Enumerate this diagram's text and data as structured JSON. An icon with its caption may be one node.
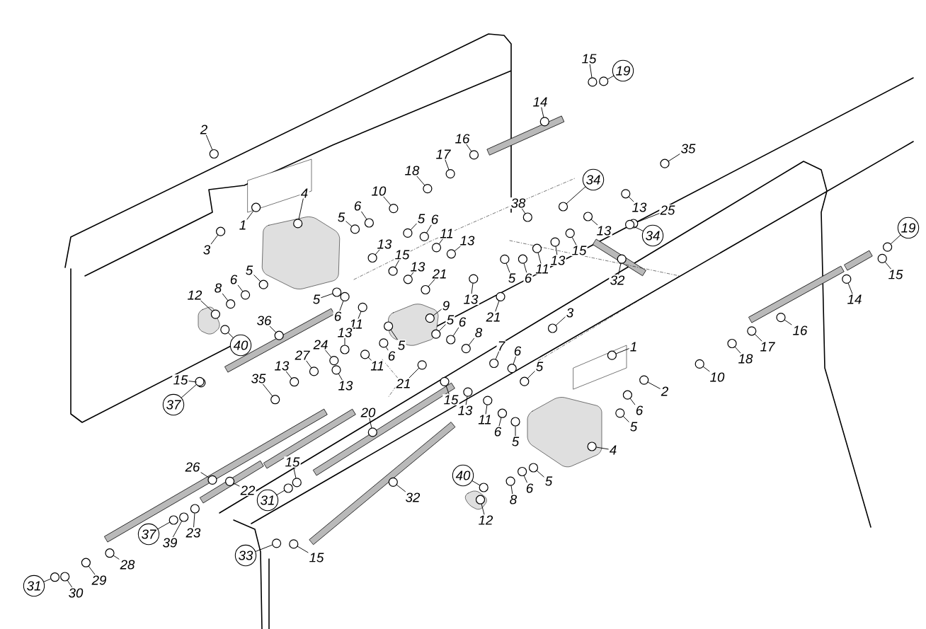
{
  "diagram": {
    "nodes": [
      {
        "text": [
          "2"
        ]
      },
      {
        "text": [
          "1"
        ]
      },
      {
        "text": [
          "3"
        ]
      },
      {
        "text": [
          "4"
        ]
      },
      {
        "text": [
          "5"
        ]
      },
      {
        "text": [
          "6"
        ]
      },
      {
        "text": [
          "10"
        ]
      },
      {
        "text": [
          "18"
        ]
      },
      {
        "text": [
          "17"
        ]
      },
      {
        "text": [
          "16"
        ]
      },
      {
        "text": [
          "15"
        ]
      },
      {
        "text": [
          "19"
        ]
      },
      {
        "text": [
          "14"
        ]
      },
      {
        "text": [
          "35"
        ]
      },
      {
        "text": [
          "34"
        ]
      },
      {
        "text": [
          "38"
        ]
      },
      {
        "text": [
          "13"
        ]
      },
      {
        "text": [
          "25"
        ]
      },
      {
        "text": [
          "34"
        ]
      },
      {
        "text": [
          "13"
        ]
      },
      {
        "text": [
          "15"
        ]
      },
      {
        "text": [
          "13"
        ]
      },
      {
        "text": [
          "11"
        ]
      },
      {
        "text": [
          "6"
        ]
      },
      {
        "text": [
          "5"
        ]
      },
      {
        "text": [
          "21"
        ]
      },
      {
        "text": [
          "32"
        ]
      },
      {
        "text": [
          "5"
        ]
      },
      {
        "text": [
          "6"
        ]
      },
      {
        "text": [
          "11"
        ]
      },
      {
        "text": [
          "13"
        ]
      },
      {
        "text": [
          "13"
        ]
      },
      {
        "text": [
          "15"
        ]
      },
      {
        "text": [
          "13"
        ]
      },
      {
        "text": [
          "21"
        ]
      },
      {
        "text": [
          "13"
        ]
      },
      {
        "text": [
          "5"
        ]
      },
      {
        "text": [
          "6"
        ]
      },
      {
        "text": [
          "8"
        ]
      },
      {
        "text": [
          "12"
        ]
      },
      {
        "text": [
          "5"
        ]
      },
      {
        "text": [
          "6"
        ]
      },
      {
        "text": [
          "11"
        ]
      },
      {
        "text": [
          "9"
        ]
      },
      {
        "text": [
          "5"
        ]
      },
      {
        "text": [
          "6"
        ]
      },
      {
        "text": [
          "36"
        ]
      },
      {
        "text": [
          "40"
        ]
      },
      {
        "text": [
          "13"
        ]
      },
      {
        "text": [
          "24"
        ]
      },
      {
        "text": [
          "27"
        ]
      },
      {
        "text": [
          "11"
        ]
      },
      {
        "text": [
          "6"
        ]
      },
      {
        "text": [
          "5"
        ]
      },
      {
        "text": [
          "8"
        ]
      },
      {
        "text": [
          "7"
        ]
      },
      {
        "text": [
          "6"
        ]
      },
      {
        "text": [
          "3"
        ]
      },
      {
        "text": [
          "1"
        ]
      },
      {
        "text": [
          "15"
        ]
      },
      {
        "text": [
          "13"
        ]
      },
      {
        "text": [
          "13"
        ]
      },
      {
        "text": [
          "35"
        ]
      },
      {
        "text": [
          "21"
        ]
      },
      {
        "text": [
          "5"
        ]
      },
      {
        "text": [
          "37"
        ]
      },
      {
        "text": [
          "15"
        ]
      },
      {
        "text": [
          "13"
        ]
      },
      {
        "text": [
          "11"
        ]
      },
      {
        "text": [
          "20"
        ]
      },
      {
        "text": [
          "2"
        ]
      },
      {
        "text": [
          "10"
        ]
      },
      {
        "text": [
          "18"
        ]
      },
      {
        "text": [
          "17"
        ]
      },
      {
        "text": [
          "16"
        ]
      },
      {
        "text": [
          "14"
        ]
      },
      {
        "text": [
          "15"
        ]
      },
      {
        "text": [
          "19"
        ]
      },
      {
        "text": [
          "6"
        ]
      },
      {
        "text": [
          "5"
        ]
      },
      {
        "text": [
          "4"
        ]
      },
      {
        "text": [
          "6"
        ]
      },
      {
        "text": [
          "5"
        ]
      },
      {
        "text": [
          "5"
        ]
      },
      {
        "text": [
          "6"
        ]
      },
      {
        "text": [
          "8"
        ]
      },
      {
        "text": [
          "12"
        ]
      },
      {
        "text": [
          "40"
        ]
      },
      {
        "text": [
          "26"
        ]
      },
      {
        "text": [
          "15"
        ]
      },
      {
        "text": [
          "22"
        ]
      },
      {
        "text": [
          "31"
        ]
      },
      {
        "text": [
          "32"
        ]
      },
      {
        "text": [
          "37"
        ]
      },
      {
        "text": [
          "39"
        ]
      },
      {
        "text": [
          "23"
        ]
      },
      {
        "text": [
          "28"
        ]
      },
      {
        "text": [
          "29"
        ]
      },
      {
        "text": [
          "30"
        ]
      },
      {
        "text": [
          "31"
        ]
      },
      {
        "text": [
          "33"
        ]
      },
      {
        "text": [
          "15"
        ]
      },
      {
        "text": [],
        "shape": "circle"
      },
      {
        "text": [],
        "shape": "circle"
      },
      {
        "text": [],
        "shape": "circle"
      },
      {
        "text": [],
        "shape": "circle"
      },
      {
        "text": [],
        "shape": "circle"
      },
      {
        "text": [],
        "shape": "circle"
      },
      {
        "text": [],
        "shape": "circle"
      },
      {
        "text": [],
        "shape": "circle"
      },
      {
        "text": [],
        "shape": "circle"
      },
      {
        "text": [],
        "shape": "circle"
      },
      {
        "text": [],
        "shape": "circle"
      },
      {
        "text": [],
        "shape": "circle"
      },
      {
        "text": [],
        "shape": "circle"
      },
      {
        "text": [],
        "shape": "circle"
      },
      {
        "text": [],
        "shape": "circle"
      },
      {
        "text": [],
        "shape": "circle"
      },
      {
        "text": [],
        "shape": "circle"
      },
      {
        "text": [],
        "shape": "circle"
      },
      {
        "text": [],
        "shape": "circle"
      },
      {
        "text": [],
        "shape": "circle"
      },
      {
        "text": [],
        "shape": "circle"
      },
      {
        "text": [],
        "shape": "circle"
      },
      {
        "text": [],
        "shape": "circle"
      },
      {
        "text": [],
        "shape": "circle"
      },
      {
        "text": [],
        "shape": "circle"
      },
      {
        "text": [],
        "shape": "circle"
      },
      {
        "text": [],
        "shape": "circle"
      },
      {
        "text": [],
        "shape": "circle"
      },
      {
        "text": [],
        "shape": "circle"
      },
      {
        "text": [],
        "shape": "circle"
      },
      {
        "text": [],
        "shape": "circle"
      },
      {
        "text": [],
        "shape": "circle"
      },
      {
        "text": [],
        "shape": "circle"
      },
      {
        "text": [],
        "shape": "circle"
      },
      {
        "text": [],
        "shape": "circle"
      },
      {
        "text": [],
        "shape": "circle"
      },
      {
        "text": [],
        "shape": "circle"
      },
      {
        "text": [],
        "shape": "circle"
      },
      {
        "text": [],
        "shape": "circle"
      },
      {
        "text": [],
        "shape": "circle"
      },
      {
        "text": [],
        "shape": "circle"
      },
      {
        "text": [],
        "shape": "circle"
      },
      {
        "text": [],
        "shape": "circle"
      },
      {
        "text": [],
        "shape": "circle"
      },
      {
        "text": [],
        "shape": "circle"
      },
      {
        "text": [],
        "shape": "circle"
      },
      {
        "text": [],
        "shape": "circle"
      },
      {
        "text": [],
        "shape": "circle"
      },
      {
        "text": [],
        "shape": "circle"
      },
      {
        "text": [],
        "shape": "circle"
      },
      {
        "text": [],
        "shape": "circle"
      },
      {
        "text": [],
        "shape": "circle"
      },
      {
        "text": [],
        "shape": "circle"
      },
      {
        "text": [],
        "shape": "circle"
      },
      {
        "text": [],
        "shape": "circle"
      },
      {
        "text": [],
        "shape": "circle"
      },
      {
        "text": [],
        "shape": "circle"
      },
      {
        "text": [],
        "shape": "circle"
      },
      {
        "text": [],
        "shape": "circle"
      },
      {
        "text": [],
        "shape": "circle"
      },
      {
        "text": [],
        "shape": "circle"
      },
      {
        "text": [],
        "shape": "circle"
      },
      {
        "text": [],
        "shape": "circle"
      },
      {
        "text": [],
        "shape": "circle"
      },
      {
        "text": [],
        "shape": "circle"
      },
      {
        "text": [],
        "shape": "circle"
      },
      {
        "text": [],
        "shape": "circle"
      },
      {
        "text": [],
        "shape": "circle"
      },
      {
        "text": [],
        "shape": "circle"
      },
      {
        "text": [],
        "shape": "circle"
      },
      {
        "text": [],
        "shape": "circle"
      },
      {
        "text": [],
        "shape": "circle"
      },
      {
        "text": [],
        "shape": "circle"
      },
      {
        "text": [],
        "shape": "circle"
      },
      {
        "text": [],
        "shape": "circle"
      },
      {
        "text": [],
        "shape": "circle"
      },
      {
        "text": [],
        "shape": "circle"
      },
      {
        "text": [],
        "shape": "circle"
      },
      {
        "text": [],
        "shape": "circle"
      },
      {
        "text": [],
        "shape": "circle"
      },
      {
        "text": [],
        "shape": "circle"
      },
      {
        "text": [],
        "shape": "circle"
      },
      {
        "text": [],
        "shape": "circle"
      },
      {
        "text": [],
        "shape": "circle"
      },
      {
        "text": [],
        "shape": "circle"
      },
      {
        "text": [],
        "shape": "circle"
      },
      {
        "text": [],
        "shape": "circle"
      },
      {
        "text": [],
        "shape": "circle"
      },
      {
        "text": [],
        "shape": "circle"
      },
      {
        "text": [],
        "shape": "circle"
      },
      {
        "text": [],
        "shape": "circle"
      },
      {
        "text": [],
        "shape": "circle"
      },
      {
        "text": [],
        "shape": "circle"
      },
      {
        "text": [],
        "shape": "circle"
      },
      {
        "text": [],
        "shape": "circle"
      },
      {
        "text": [],
        "shape": "circle"
      },
      {
        "text": [],
        "shape": "circle"
      },
      {
        "text": [],
        "shape": "circle"
      },
      {
        "text": [],
        "shape": "circle"
      },
      {
        "text": [],
        "shape": "circle"
      },
      {
        "text": [],
        "shape": "circle"
      },
      {
        "text": [],
        "shape": "circle"
      }
    ],
    "edges": [
      {
        "from": 0,
        "to": 102,
        "arrow": "none"
      },
      {
        "from": 1,
        "to": 103,
        "arrow": "none"
      },
      {
        "from": 2,
        "to": 104,
        "arrow": "none"
      },
      {
        "from": 3,
        "to": 105,
        "arrow": "none"
      },
      {
        "from": 4,
        "to": 106,
        "arrow": "none"
      },
      {
        "from": 5,
        "to": 107,
        "arrow": "none"
      },
      {
        "from": 6,
        "to": 108,
        "arrow": "none"
      },
      {
        "from": 7,
        "to": 109,
        "arrow": "none"
      },
      {
        "from": 8,
        "to": 110,
        "arrow": "none"
      },
      {
        "from": 9,
        "to": 111,
        "arrow": "none"
      },
      {
        "from": 10,
        "to": 112,
        "arrow": "none"
      },
      {
        "from": 11,
        "to": 113,
        "arrow": "none"
      },
      {
        "from": 12,
        "to": 114,
        "arrow": "none"
      },
      {
        "from": 13,
        "to": 115,
        "arrow": "none"
      },
      {
        "from": 14,
        "to": 116,
        "arrow": "none"
      },
      {
        "from": 15,
        "to": 117,
        "arrow": "none"
      },
      {
        "from": 16,
        "to": 118,
        "arrow": "none"
      },
      {
        "from": 17,
        "to": 119,
        "arrow": "none"
      },
      {
        "from": 18,
        "to": 120,
        "arrow": "none"
      },
      {
        "from": 19,
        "to": 121,
        "arrow": "none"
      },
      {
        "from": 20,
        "to": 122,
        "arrow": "none"
      },
      {
        "from": 21,
        "to": 123,
        "arrow": "none"
      },
      {
        "from": 22,
        "to": 124,
        "arrow": "none"
      },
      {
        "from": 23,
        "to": 125,
        "arrow": "none"
      },
      {
        "from": 24,
        "to": 126,
        "arrow": "none"
      },
      {
        "from": 25,
        "to": 127,
        "arrow": "none"
      },
      {
        "from": 26,
        "to": 128,
        "arrow": "none"
      },
      {
        "from": 27,
        "to": 129,
        "arrow": "none"
      },
      {
        "from": 28,
        "to": 130,
        "arrow": "none"
      },
      {
        "from": 29,
        "to": 131,
        "arrow": "none"
      },
      {
        "from": 30,
        "to": 132,
        "arrow": "none"
      },
      {
        "from": 31,
        "to": 133,
        "arrow": "none"
      },
      {
        "from": 32,
        "to": 134,
        "arrow": "none"
      },
      {
        "from": 33,
        "to": 135,
        "arrow": "none"
      },
      {
        "from": 34,
        "to": 136,
        "arrow": "none"
      },
      {
        "from": 35,
        "to": 137,
        "arrow": "none"
      },
      {
        "from": 36,
        "to": 138,
        "arrow": "none"
      },
      {
        "from": 37,
        "to": 139,
        "arrow": "none"
      },
      {
        "from": 38,
        "to": 140,
        "arrow": "none"
      },
      {
        "from": 39,
        "to": 141,
        "arrow": "none"
      },
      {
        "from": 40,
        "to": 142,
        "arrow": "none"
      },
      {
        "from": 41,
        "to": 143,
        "arrow": "none"
      },
      {
        "from": 42,
        "to": 144,
        "arrow": "none"
      },
      {
        "from": 43,
        "to": 145,
        "arrow": "none"
      },
      {
        "from": 44,
        "to": 146,
        "arrow": "none"
      },
      {
        "from": 45,
        "to": 147,
        "arrow": "none"
      },
      {
        "from": 46,
        "to": 148,
        "arrow": "none"
      },
      {
        "from": 47,
        "to": 149,
        "arrow": "none"
      },
      {
        "from": 48,
        "to": 150,
        "arrow": "none"
      },
      {
        "from": 49,
        "to": 151,
        "arrow": "none"
      },
      {
        "from": 50,
        "to": 152,
        "arrow": "none"
      },
      {
        "from": 51,
        "to": 153,
        "arrow": "none"
      },
      {
        "from": 52,
        "to": 154,
        "arrow": "none"
      },
      {
        "from": 53,
        "to": 155,
        "arrow": "none"
      },
      {
        "from": 54,
        "to": 156,
        "arrow": "none"
      },
      {
        "from": 55,
        "to": 157,
        "arrow": "none"
      },
      {
        "from": 56,
        "to": 158,
        "arrow": "none"
      },
      {
        "from": 57,
        "to": 159,
        "arrow": "none"
      },
      {
        "from": 58,
        "to": 160,
        "arrow": "none"
      },
      {
        "from": 59,
        "to": 161,
        "arrow": "none"
      },
      {
        "from": 60,
        "to": 162,
        "arrow": "none"
      },
      {
        "from": 61,
        "to": 163,
        "arrow": "none"
      },
      {
        "from": 62,
        "to": 164,
        "arrow": "none"
      },
      {
        "from": 63,
        "to": 165,
        "arrow": "none"
      },
      {
        "from": 64,
        "to": 166,
        "arrow": "none"
      },
      {
        "from": 65,
        "to": 167,
        "arrow": "none"
      },
      {
        "from": 66,
        "to": 168,
        "arrow": "none"
      },
      {
        "from": 67,
        "to": 169,
        "arrow": "none"
      },
      {
        "from": 68,
        "to": 170,
        "arrow": "none"
      },
      {
        "from": 69,
        "to": 171,
        "arrow": "none"
      },
      {
        "from": 70,
        "to": 172,
        "arrow": "none"
      },
      {
        "from": 71,
        "to": 173,
        "arrow": "none"
      },
      {
        "from": 72,
        "to": 174,
        "arrow": "none"
      },
      {
        "from": 73,
        "to": 175,
        "arrow": "none"
      },
      {
        "from": 74,
        "to": 176,
        "arrow": "none"
      },
      {
        "from": 75,
        "to": 177,
        "arrow": "none"
      },
      {
        "from": 76,
        "to": 178,
        "arrow": "none"
      },
      {
        "from": 77,
        "to": 179,
        "arrow": "none"
      },
      {
        "from": 78,
        "to": 180,
        "arrow": "none"
      },
      {
        "from": 79,
        "to": 181,
        "arrow": "none"
      },
      {
        "from": 80,
        "to": 182,
        "arrow": "none"
      },
      {
        "from": 81,
        "to": 183,
        "arrow": "none"
      },
      {
        "from": 82,
        "to": 184,
        "arrow": "none"
      },
      {
        "from": 83,
        "to": 185,
        "arrow": "none"
      },
      {
        "from": 84,
        "to": 186,
        "arrow": "none"
      },
      {
        "from": 85,
        "to": 187,
        "arrow": "none"
      },
      {
        "from": 86,
        "to": 188,
        "arrow": "none"
      },
      {
        "from": 87,
        "to": 189,
        "arrow": "none"
      },
      {
        "from": 88,
        "to": 190,
        "arrow": "none"
      },
      {
        "from": 89,
        "to": 191,
        "arrow": "none"
      },
      {
        "from": 90,
        "to": 192,
        "arrow": "none"
      },
      {
        "from": 91,
        "to": 193,
        "arrow": "none"
      },
      {
        "from": 92,
        "to": 194,
        "arrow": "none"
      },
      {
        "from": 93,
        "to": 195,
        "arrow": "none"
      },
      {
        "from": 94,
        "to": 196,
        "arrow": "none"
      },
      {
        "from": 95,
        "to": 197,
        "arrow": "none"
      },
      {
        "from": 96,
        "to": 198,
        "arrow": "none"
      },
      {
        "from": 97,
        "to": 199,
        "arrow": "none"
      },
      {
        "from": 98,
        "to": 200,
        "arrow": "none"
      },
      {
        "from": 99,
        "to": 201,
        "arrow": "none"
      },
      {
        "from": 100,
        "to": 202,
        "arrow": "none"
      },
      {
        "from": 101,
        "to": 203,
        "arrow": "none"
      }
    ]
  }
}
